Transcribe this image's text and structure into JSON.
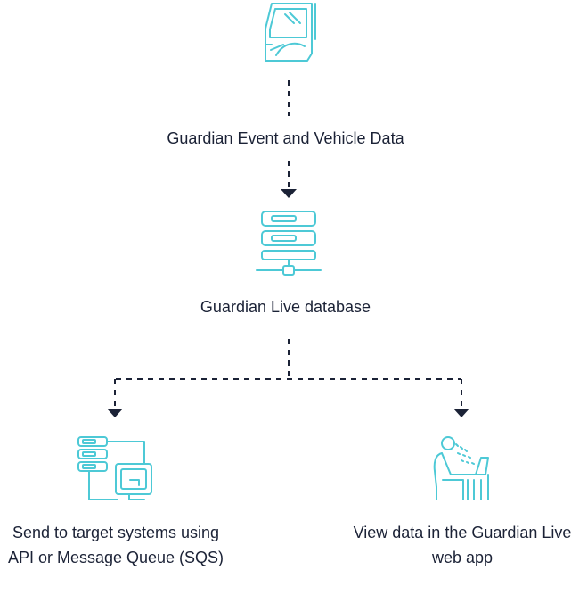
{
  "diagram": {
    "nodes": {
      "event": {
        "label": "Guardian Event and Vehicle Data",
        "icon": "vehicle-door-icon"
      },
      "db": {
        "label": "Guardian Live database",
        "icon": "server-database-icon"
      },
      "target": {
        "label": "Send to target systems using API or Message Queue (SQS)",
        "icon": "server-to-monitor-icon"
      },
      "webapp": {
        "label": "View data in the Guardian Live web app",
        "icon": "person-at-laptop-icon"
      }
    },
    "colors": {
      "icon": "#4dc9d6",
      "text": "#1b2236",
      "connector": "#1b2236"
    }
  }
}
